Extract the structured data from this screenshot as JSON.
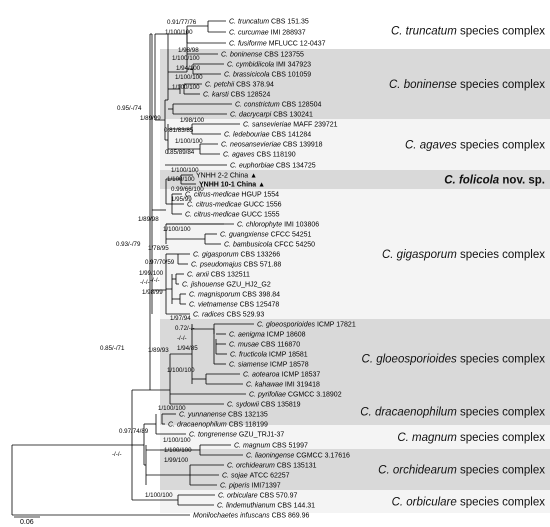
{
  "complexes": [
    {
      "label": "C. truncatum species complex",
      "species": "C. truncatum",
      "suffix": " species complex",
      "shade": "#ffffff"
    },
    {
      "label": "C. boninense species complex",
      "species": "C. boninense",
      "suffix": " species complex",
      "shade": "#d9d9d9"
    },
    {
      "label": "C. agaves species complex",
      "species": "C. agaves",
      "suffix": " species complex",
      "shade": "#f4f4f4"
    },
    {
      "label": "C. folicola nov. sp.",
      "species": "C. folicola",
      "suffix": " nov. sp.",
      "shade": "#d9d9d9",
      "bold": true
    },
    {
      "label": "C. gigasporum species complex",
      "species": "C. gigasporum",
      "suffix": " species complex",
      "shade": "#f4f4f4"
    },
    {
      "label": "C. gloeosporioides species complex",
      "species": "C. gloeosporioides",
      "suffix": " species complex",
      "shade": "#d9d9d9"
    },
    {
      "label": "C. dracaenophilum species complex",
      "species": "C. dracaenophilum",
      "suffix": " species complex",
      "shade": "#d9d9d9"
    },
    {
      "label": "C. magnum species complex",
      "species": "C. magnum",
      "suffix": " species complex",
      "shade": "#f4f4f4"
    },
    {
      "label": "C. orchidearum species complex",
      "species": "C. orchidearum",
      "suffix": " species complex",
      "shade": "#d9d9d9"
    },
    {
      "label": "C. orbiculare species complex",
      "species": "C. orbiculare",
      "suffix": " species complex",
      "shade": "#f4f4f4"
    }
  ],
  "taxa": [
    {
      "name": "C. truncatum",
      "strain": "CBS 151.35"
    },
    {
      "name": "C. curcumae",
      "strain": "IMI 288937"
    },
    {
      "name": "C. fusiforme",
      "strain": "MFLUCC 12-0437"
    },
    {
      "name": "C. boninense",
      "strain": "CBS 123755"
    },
    {
      "name": "C. cymbidiicola",
      "strain": "IMI 347923"
    },
    {
      "name": "C. brassicicola",
      "strain": "CBS 101059"
    },
    {
      "name": "C. petchii",
      "strain": "CBS 378.94"
    },
    {
      "name": "C. karsti",
      "strain": "CBS 128524"
    },
    {
      "name": "C. constrictum",
      "strain": "CBS 128504"
    },
    {
      "name": "C. dacrycarpi",
      "strain": "CBS 130241"
    },
    {
      "name": "C. sansevieriae",
      "strain": "MAFF 239721"
    },
    {
      "name": "C. ledebouriae",
      "strain": "CBS 141284"
    },
    {
      "name": "C. neosansevieriae",
      "strain": "CBS 139918"
    },
    {
      "name": "C. agaves",
      "strain": "CBS 118190"
    },
    {
      "name": "C. euphorbiae",
      "strain": "CBS 134725"
    },
    {
      "name": "",
      "strain": "YNHH 2-2 China",
      "marker": "▲"
    },
    {
      "name": "",
      "strain": "YNHH 10-1 China",
      "marker": "▲",
      "bold": true
    },
    {
      "name": "C. citrus-medicae",
      "strain": "HGUP 1554"
    },
    {
      "name": "C. citrus-medicae",
      "strain": "GUCC 1556"
    },
    {
      "name": "C. citrus-medicae",
      "strain": "GUCC 1555"
    },
    {
      "name": "C. chlorophyte",
      "strain": "IMI 103806"
    },
    {
      "name": "C. guangxiense",
      "strain": "CFCC 54251"
    },
    {
      "name": "C. bambusicola",
      "strain": "CFCC 54250"
    },
    {
      "name": "C. gigasporum",
      "strain": "CBS 133266"
    },
    {
      "name": "C. pseudomajus",
      "strain": "CBS 571.88"
    },
    {
      "name": "C. arxii",
      "strain": "CBS 132511"
    },
    {
      "name": "C. jishouense",
      "strain": "GZU_HJ2_G2"
    },
    {
      "name": "C. magnisporum",
      "strain": "CBS 398.84"
    },
    {
      "name": "C. vietnamense",
      "strain": "CBS 125478"
    },
    {
      "name": "C. radices",
      "strain": "CBS 529.93"
    },
    {
      "name": "C. gloeosporioides",
      "strain": "ICMP 17821"
    },
    {
      "name": "C. aenigma",
      "strain": "ICMP 18608"
    },
    {
      "name": "C. musae",
      "strain": "CBS 116870"
    },
    {
      "name": "C. fructicola",
      "strain": "ICMP 18581"
    },
    {
      "name": "C. siamense",
      "strain": "ICMP 18578"
    },
    {
      "name": "C. aotearoa",
      "strain": "ICMP 18537"
    },
    {
      "name": "C. kahawae",
      "strain": "IMI 319418"
    },
    {
      "name": "C. pyrifoliae",
      "strain": "CGMCC 3.18902"
    },
    {
      "name": "C. sydowii",
      "strain": "CBS 135819"
    },
    {
      "name": "C. yunnanense",
      "strain": "CBS 132135"
    },
    {
      "name": "C. dracaenophilum",
      "strain": "CBS 118199"
    },
    {
      "name": "C. tongrenense",
      "strain": "GZU_TRJ1-37"
    },
    {
      "name": "C. magnum",
      "strain": "CBS 51997"
    },
    {
      "name": "C. liaoningense",
      "strain": "CGMCC 3.17616"
    },
    {
      "name": "C. orchidearum",
      "strain": "CBS 135131"
    },
    {
      "name": "C. sojae",
      "strain": "ATCC 62257"
    },
    {
      "name": "C. piperis",
      "strain": "IMI71397"
    },
    {
      "name": "C. orbiculare",
      "strain": "CBS 570.97"
    },
    {
      "name": "C. lindemuthianum",
      "strain": "CBS 144.31"
    },
    {
      "name": "Monilochaetes infuscans",
      "strain": "CBS 869.96"
    }
  ],
  "supports": [
    "0.91/77/76",
    "1/100/100",
    "1/98/98",
    "1/100/100",
    "1/94/100",
    "1/100/100",
    "1/100/100",
    "1/98/100",
    "0.81/83/85",
    "1/100/100",
    "0.85/89/84",
    "1/100/100",
    "1/100/100",
    "0.99/66/100",
    "1/95/99",
    "0.95/-/74",
    "1/89/99",
    "1/89/98",
    "1/100/100",
    "1/78/95",
    "0.97/70/59",
    "1/99/100",
    "-/-/-",
    "1/98/99",
    "-/-/-",
    "1/97/94",
    "0.72/-/-",
    "-/-/-",
    "1/94/85",
    "1/100/100",
    "1/89/93",
    "0.93/-/79",
    "0.85/-/71",
    "1/100/100",
    "0.97/74/89",
    "1/100/100",
    "1/100/100",
    "1/99/100",
    "-/-/-",
    "1/100/100"
  ],
  "scale_bar": "0.06"
}
